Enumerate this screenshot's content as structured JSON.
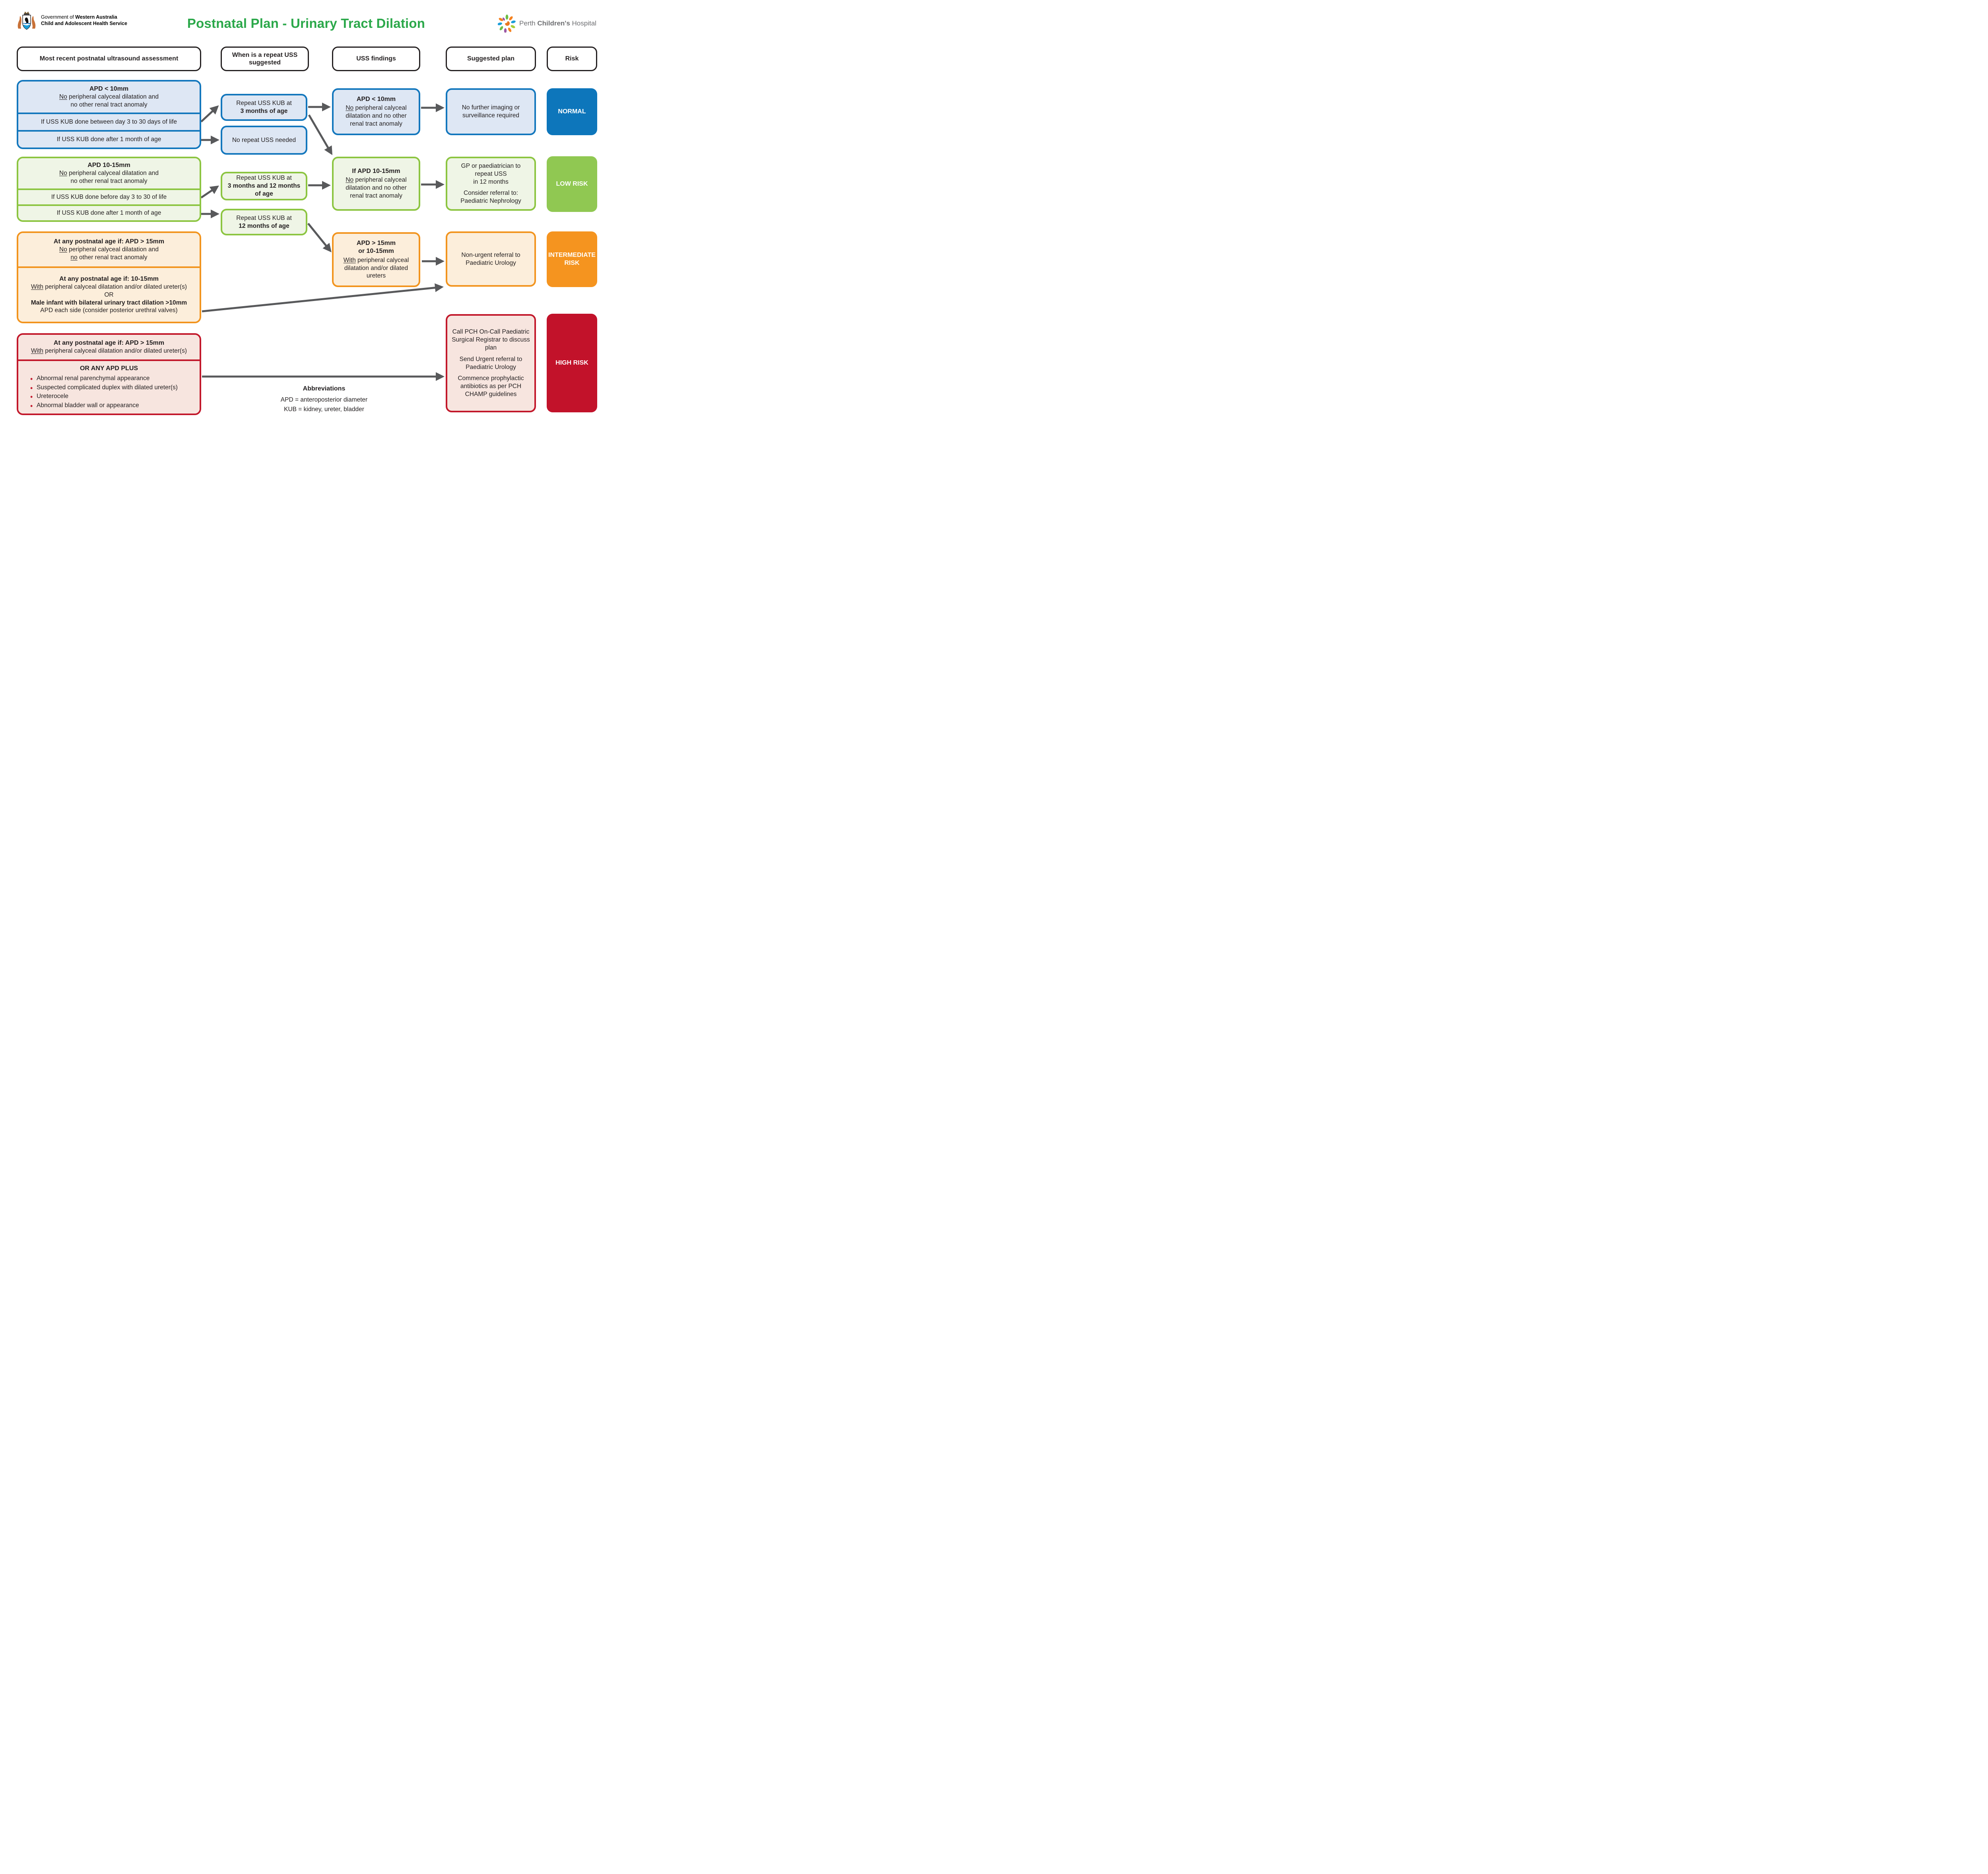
{
  "header": {
    "gov": {
      "icon": "wa-coat-of-arms",
      "line1_normal": "Government of ",
      "line1_bold": "Western Australia",
      "line2": "Child and Adolescent Health Service"
    },
    "title": "Postnatal Plan - Urinary Tract Dilation",
    "pch": {
      "icon": "pch-starburst",
      "word1": "Perth ",
      "word2": "Children's ",
      "word3": "Hospital"
    }
  },
  "columns": [
    {
      "label": "Most recent postnatal ultrasound assessment"
    },
    {
      "label": "When is a repeat USS suggested"
    },
    {
      "label": "USS findings"
    },
    {
      "label": "Suggested plan"
    },
    {
      "label": "Risk"
    }
  ],
  "rows": {
    "normal": {
      "assessment": {
        "title": "APD < 10mm",
        "body_u": "No",
        "body_rest": " peripheral calyceal dilatation and",
        "body_line2": "no other renal tract anomaly",
        "cond1": "If USS KUB done between day 3 to 30 days of life",
        "cond2": "If USS KUB done after 1 month of age"
      },
      "repeat_primary": {
        "line1": "Repeat USS KUB at",
        "line2": "3 months of age"
      },
      "repeat_secondary": "No repeat USS needed",
      "findings": {
        "title": "APD < 10mm",
        "body_u": "No",
        "body_rest": " peripheral calyceal dilatation and no other renal tract anomaly"
      },
      "plan": {
        "p1": "No further imaging or surveillance required"
      },
      "risk": "NORMAL"
    },
    "low": {
      "assessment": {
        "title": "APD 10-15mm",
        "body_u": "No",
        "body_rest": " peripheral calyceal dilatation and",
        "body_line2": "no other renal tract anomaly",
        "cond1": "If USS KUB done before day 3 to 30 of life",
        "cond2": "If USS KUB done after 1 month of age"
      },
      "repeat_primary": {
        "line1": "Repeat USS KUB at",
        "line2": "3 months and 12 months of age"
      },
      "repeat_secondary": {
        "line1": "Repeat USS KUB at",
        "line2": "12 months of age"
      },
      "findings": {
        "title": "If APD 10-15mm",
        "body_u": "No",
        "body_rest": " peripheral calyceal dilatation and no other renal tract anomaly"
      },
      "plan": {
        "p1_line1": "GP or paediatrician to repeat USS",
        "p1_line2": "in 12 months",
        "p2": "Consider referral to: Paediatric Nephrology"
      },
      "risk": "LOW RISK"
    },
    "intermediate": {
      "assessment": {
        "sec1": {
          "title": "At any postnatal age if: APD > 15mm",
          "l1_u": "No",
          "l1": " peripheral calyceal dilatation and",
          "l2_u": "no",
          "l2": " other renal tract anomaly"
        },
        "sec2": {
          "title": "At any postnatal age if: 10-15mm",
          "l1_u": "With",
          "l1": " peripheral calyceal dilatation and/or dilated ureter(s)",
          "or": "OR",
          "l2_bold": "Male infant with bilateral urinary tract dilation >10mm",
          "l3": "APD each side (consider posterior urethral valves)"
        }
      },
      "findings": {
        "title1": "APD > 15mm",
        "title2": "or 10-15mm",
        "body_u": "With",
        "body_rest": " peripheral calyceal dilatation and/or dilated ureters"
      },
      "plan": {
        "p1": "Non-urgent referral to Paediatric Urology"
      },
      "risk": "INTERMEDIATE RISK"
    },
    "high": {
      "assessment": {
        "sec1": {
          "title": "At any postnatal age if: APD > 15mm",
          "l1_u": "With",
          "l1": " peripheral calyceal dilatation and/or dilated ureter(s)"
        },
        "sec2": {
          "title": "OR ANY APD PLUS",
          "bullets": [
            "Abnormal renal parenchymal appearance",
            "Suspected complicated duplex with dilated ureter(s)",
            "Ureterocele",
            "Abnormal bladder wall or appearance"
          ]
        }
      },
      "plan": {
        "p1": "Call PCH On-Call Paediatric Surgical Registrar to discuss plan",
        "p2": "Send Urgent referral to Paediatric Urology",
        "p3": "Commence prophylactic antibiotics as per PCH CHAMP guidelines"
      },
      "risk": "HIGH RISK"
    }
  },
  "abbreviations": {
    "title": "Abbreviations",
    "lines": [
      "APD = anteroposterior diameter",
      "KUB = kidney, ureter, bladder"
    ]
  },
  "colors": {
    "ink": "#231f20",
    "title_green": "#2ba84a",
    "blue_border": "#1377bd",
    "blue_fill": "#dee7f4",
    "blue_solid": "#0d76bb",
    "green_border": "#8cc541",
    "green_fill": "#eff5e6",
    "green_solid": "#90c852",
    "orange_border": "#f2941e",
    "orange_fill": "#fceedb",
    "orange_solid": "#f5941f",
    "red_border": "#c2182b",
    "red_fill": "#f7e5df",
    "red_solid": "#c2122a",
    "arrow_gray": "#58595b"
  }
}
